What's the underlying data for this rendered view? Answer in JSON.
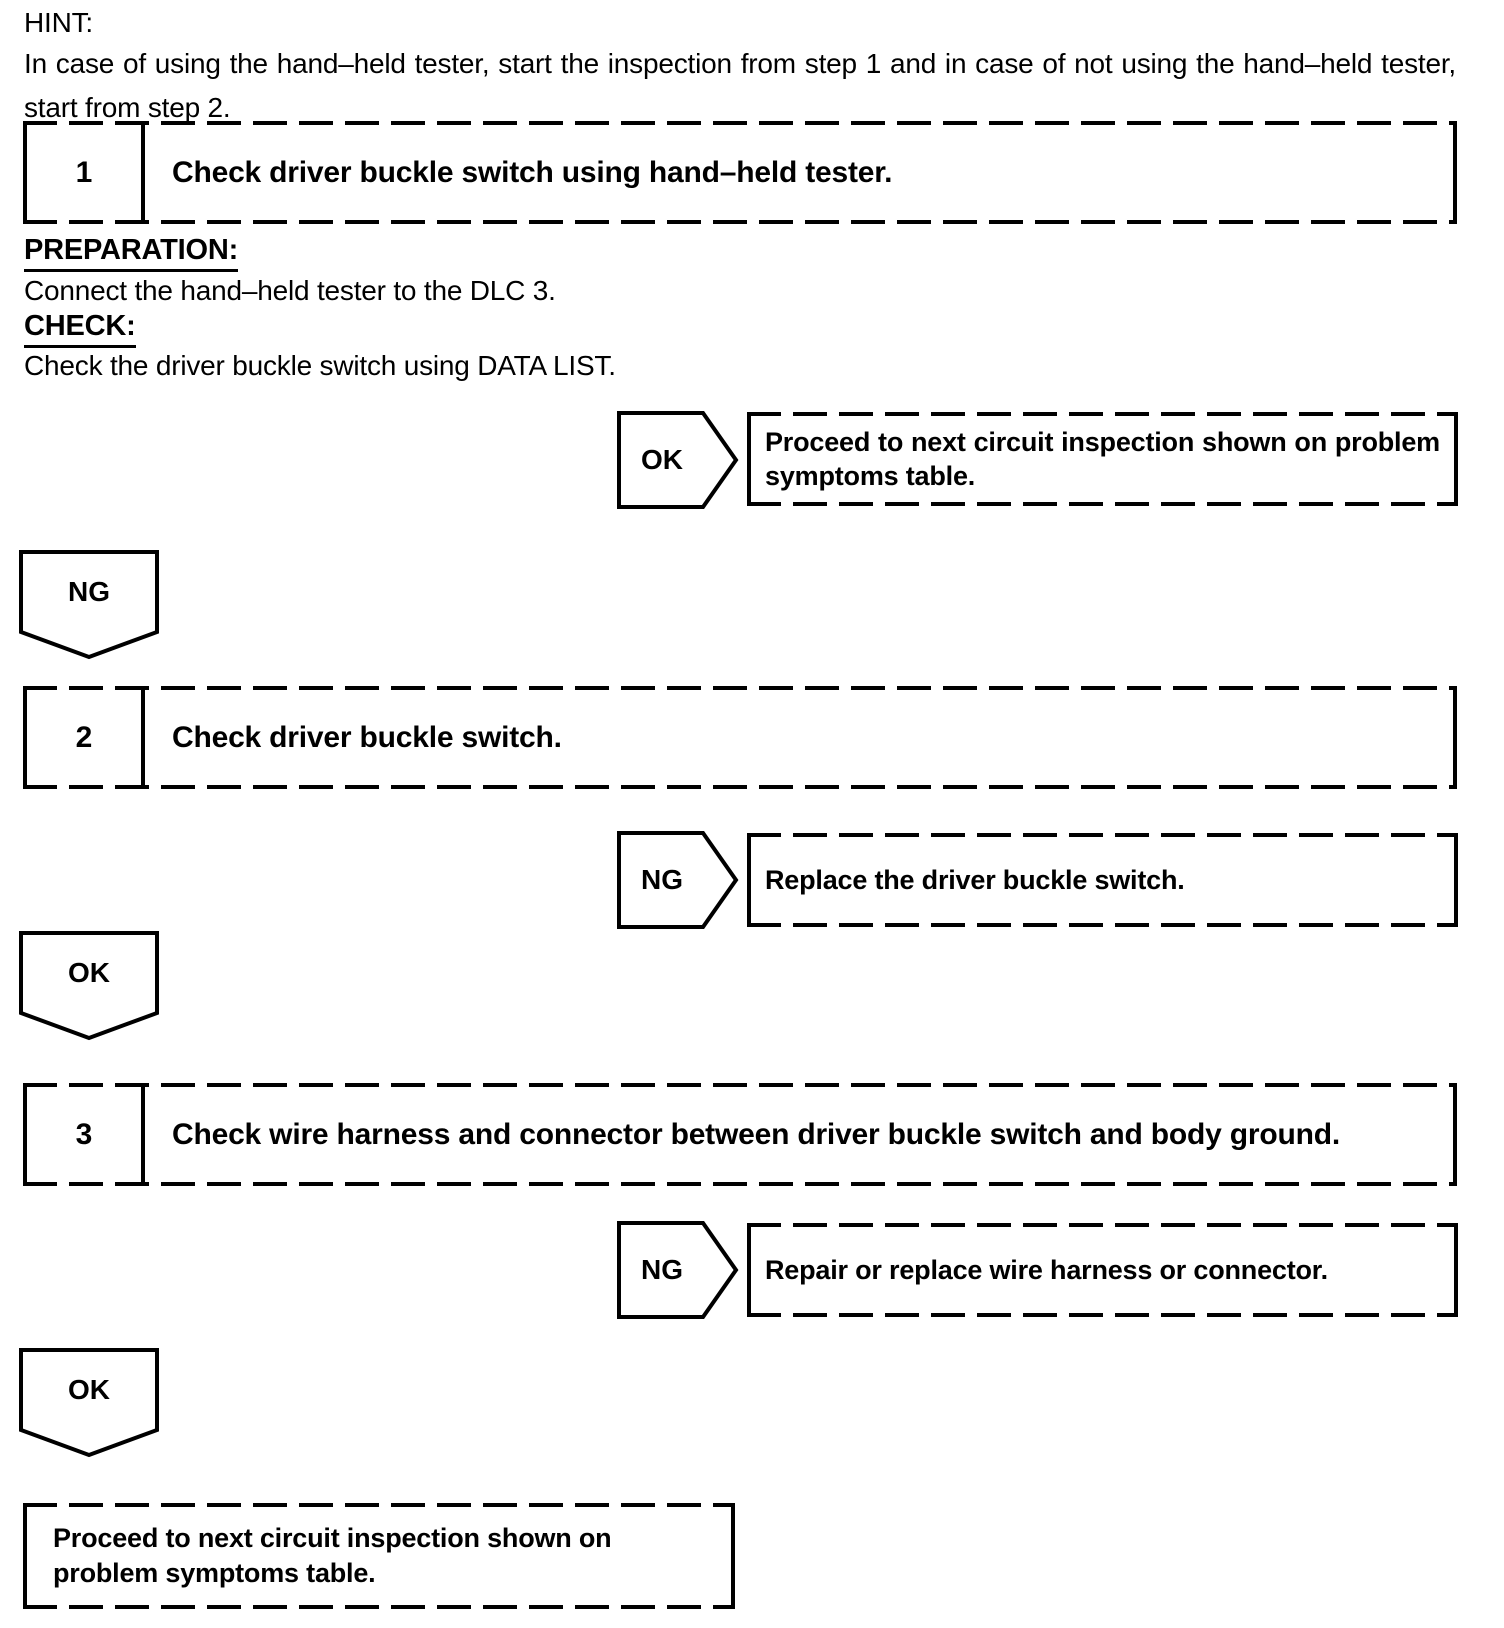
{
  "hint": {
    "label": "HINT:",
    "text": "In case of using the hand–held tester, start the inspection from step 1 and in case of not using the hand–held tester, start from step 2."
  },
  "steps": [
    {
      "number": "1",
      "title": "Check driver buckle switch using hand–held tester."
    },
    {
      "number": "2",
      "title": "Check driver buckle switch."
    },
    {
      "number": "3",
      "title": "Check wire harness and connector between driver buckle switch and body ground."
    }
  ],
  "step1_details": {
    "preparation_label": "PREPARATION:",
    "preparation_text": "Connect the hand–held tester to the DLC 3.",
    "check_label": "CHECK:",
    "check_text": "Check the driver buckle switch using DATA LIST."
  },
  "branches": [
    {
      "label": "OK",
      "result": "Proceed to next circuit inspection shown on problem symptoms table."
    },
    {
      "label": "NG",
      "result": "Replace the driver buckle switch."
    },
    {
      "label": "NG",
      "result": "Repair or replace wire harness or connector."
    }
  ],
  "connectors": [
    {
      "label": "NG"
    },
    {
      "label": "OK"
    },
    {
      "label": "OK"
    }
  ],
  "final": {
    "text": "Proceed to next circuit inspection shown on problem symptoms table."
  }
}
